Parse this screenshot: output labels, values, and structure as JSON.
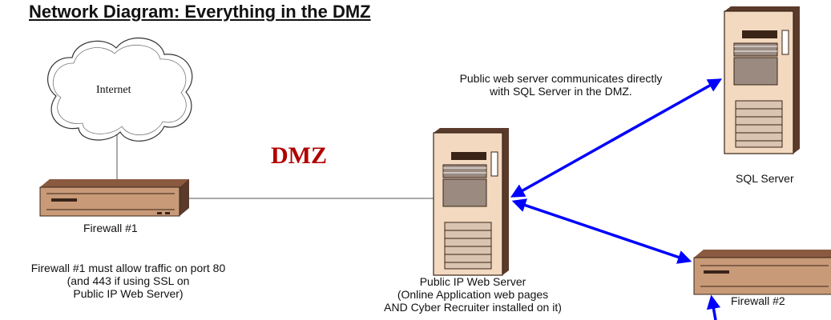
{
  "title": "Network Diagram: Everything in the DMZ",
  "nodes": {
    "internet": "Internet",
    "dmz": "DMZ",
    "firewall1": "Firewall #1",
    "sql_server": "SQL Server",
    "web_server": [
      "Public IP Web Server",
      "(Online Application web pages",
      "AND Cyber Recruiter installed on it)"
    ],
    "firewall2": "Firewall #2"
  },
  "notes": {
    "public_web": [
      "Public web server communicates directly",
      "with SQL Server in the DMZ."
    ],
    "firewall1_rule": [
      "Firewall #1 must allow traffic on port 80",
      "(and 443 if using SSL on",
      "Public IP Web Server)"
    ]
  },
  "colors": {
    "arrow": "#0000ff",
    "dmz_text": "#b00000",
    "server_body": "#f2d9bf",
    "server_dark": "#5a3a2a"
  }
}
